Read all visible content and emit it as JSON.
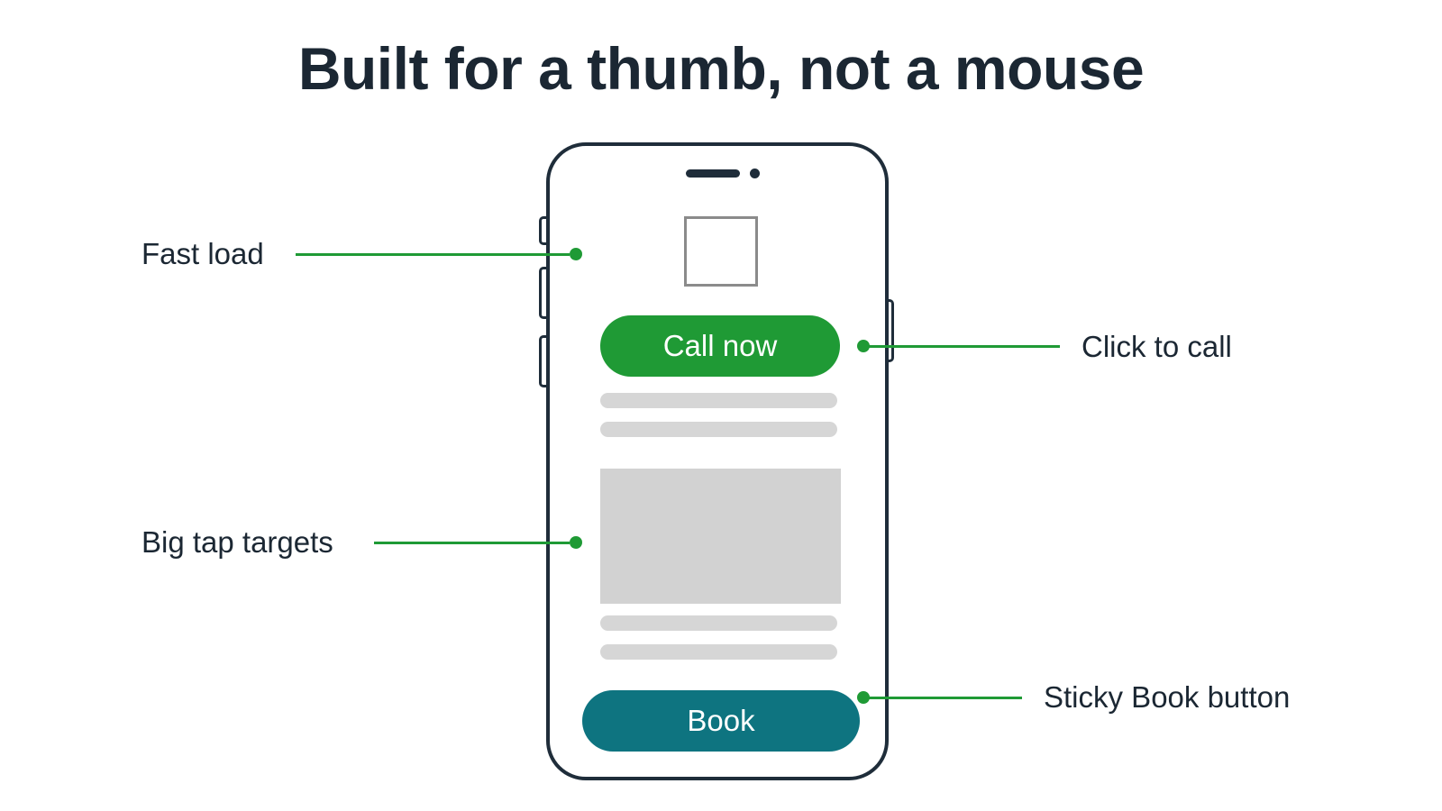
{
  "title": "Built for a thumb, not a mouse",
  "phone": {
    "call_button_label": "Call now",
    "book_button_label": "Book"
  },
  "callouts": {
    "fast_load": "Fast load",
    "click_to_call": "Click to call",
    "big_tap_targets": "Big tap targets",
    "sticky_book_button": "Sticky Book button"
  },
  "colors": {
    "accent_green": "#1f9a35",
    "book_teal": "#0e7480",
    "outline_dark": "#1f2d3a",
    "placeholder_gray": "#d2d2d2"
  },
  "icons": [
    "logo-placeholder-icon",
    "phone-speaker-icon",
    "phone-camera-icon"
  ]
}
